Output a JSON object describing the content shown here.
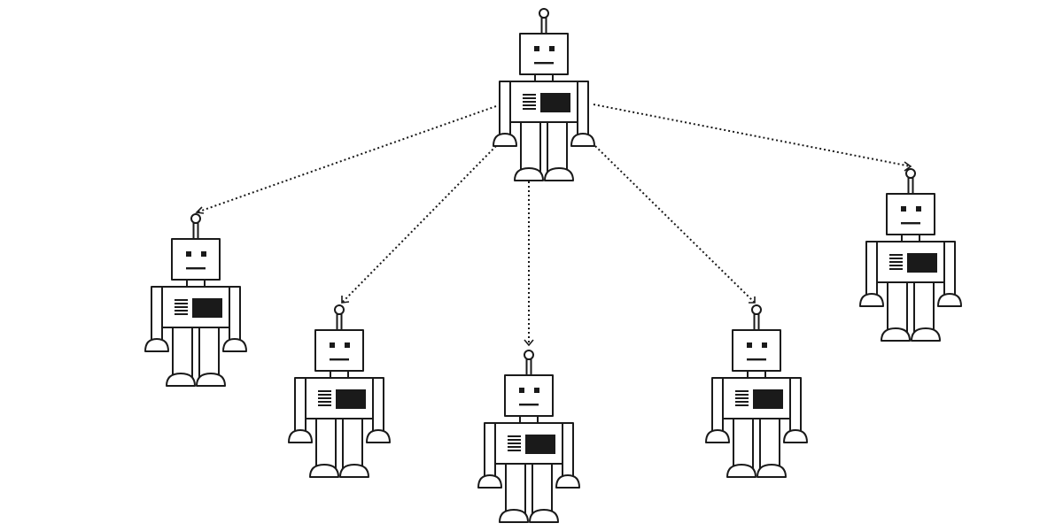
{
  "diagram": {
    "type": "hierarchy",
    "root": "robot-root",
    "nodes": [
      {
        "id": "robot-root",
        "kind": "robot"
      },
      {
        "id": "robot-left",
        "kind": "robot"
      },
      {
        "id": "robot-inner-left",
        "kind": "robot"
      },
      {
        "id": "robot-center",
        "kind": "robot"
      },
      {
        "id": "robot-inner-right",
        "kind": "robot"
      },
      {
        "id": "robot-right",
        "kind": "robot"
      }
    ],
    "edges": [
      {
        "from": "robot-root",
        "to": "robot-left",
        "style": "dotted",
        "arrow": true
      },
      {
        "from": "robot-root",
        "to": "robot-inner-left",
        "style": "dotted",
        "arrow": true
      },
      {
        "from": "robot-root",
        "to": "robot-center",
        "style": "dotted",
        "arrow": true
      },
      {
        "from": "robot-root",
        "to": "robot-inner-right",
        "style": "dotted",
        "arrow": true
      },
      {
        "from": "robot-root",
        "to": "robot-right",
        "style": "dotted",
        "arrow": true
      }
    ],
    "colors": {
      "line": "#1a1a1a",
      "fill": "#ffffff",
      "background": "#ffffff"
    },
    "icon": "robot-icon"
  }
}
